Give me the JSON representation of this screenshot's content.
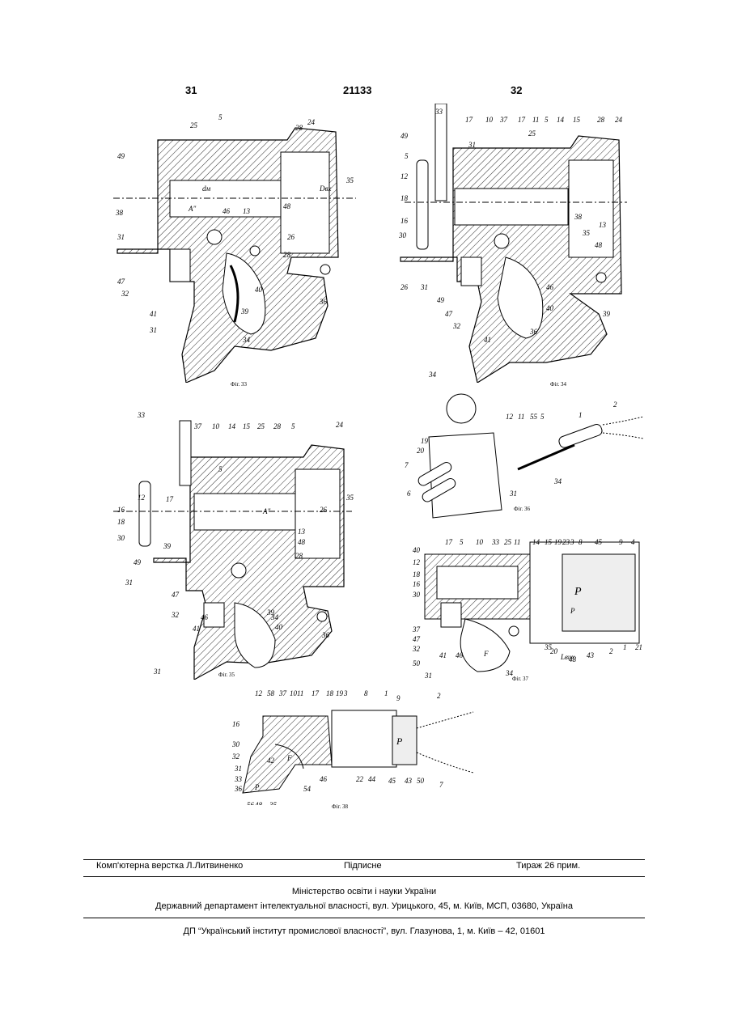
{
  "header": {
    "left_page": "31",
    "patent_no": "21133",
    "right_page": "32"
  },
  "figures": [
    {
      "caption": "Фіг. 33",
      "labels": [
        "5",
        "25",
        "28",
        "24",
        "49",
        "35",
        "38",
        "A\"",
        "dм",
        "46",
        "13",
        "48",
        "Dвх",
        "31",
        "26",
        "28",
        "47",
        "32",
        "41",
        "31",
        "40",
        "39",
        "36",
        "34"
      ]
    },
    {
      "caption": "Фіг. 34",
      "labels": [
        "33",
        "49",
        "17",
        "10",
        "37",
        "17",
        "25",
        "11",
        "5",
        "14",
        "15",
        "28",
        "24",
        "5",
        "12",
        "18",
        "16",
        "30",
        "38",
        "13",
        "35",
        "48",
        "26",
        "31",
        "49",
        "47",
        "32",
        "41",
        "46",
        "40",
        "39",
        "36",
        "34",
        "31"
      ]
    },
    {
      "caption": "Фіг. 35",
      "labels": [
        "33",
        "37",
        "10",
        "14",
        "15",
        "25",
        "28",
        "5",
        "5",
        "24",
        "12",
        "18",
        "16",
        "17",
        "35",
        "26",
        "A\"",
        "30",
        "39",
        "13",
        "49",
        "48",
        "28",
        "31",
        "47",
        "32",
        "41",
        "46",
        "40",
        "39",
        "36",
        "34",
        "31"
      ]
    },
    {
      "caption": "Фіг. 36",
      "labels": [
        "2",
        "12",
        "11",
        "55",
        "5",
        "1",
        "19",
        "20",
        "7",
        "34",
        "6",
        "31"
      ]
    },
    {
      "caption": "Фіг. 37",
      "labels": [
        "17",
        "5",
        "10",
        "33",
        "25",
        "11",
        "14",
        "15",
        "19",
        "23",
        "3",
        "8",
        "45",
        "9",
        "4",
        "P",
        "40",
        "12",
        "18",
        "16",
        "30",
        "37",
        "47",
        "32",
        "41",
        "46",
        "F",
        "34",
        "35",
        "20",
        "Lвих",
        "48",
        "43",
        "2",
        "1",
        "21",
        "31",
        "50"
      ]
    },
    {
      "caption": "Фіг. 38",
      "labels": [
        "12",
        "58",
        "37",
        "10",
        "11",
        "17",
        "18",
        "19",
        "3",
        "8",
        "1",
        "9",
        "2",
        "16",
        "30",
        "32",
        "31",
        "33",
        "36",
        "P",
        "F",
        "42",
        "56",
        "48",
        "35",
        "46",
        "54",
        "22",
        "44",
        "45",
        "43",
        "50",
        "7"
      ]
    }
  ],
  "footer": {
    "typesetter": "Комп'ютерна верстка Л.Литвиненко",
    "signed": "Підписне",
    "print_run": "Тираж 26 прим.",
    "ministry": "Міністерство освіти і науки України",
    "department": "Державний департамент інтелектуальної власності, вул. Урицького, 45, м. Київ, МСП, 03680, Україна",
    "publisher": "ДП “Український інститут промислової власності”, вул. Глазунова, 1, м. Київ – 42, 01601"
  }
}
